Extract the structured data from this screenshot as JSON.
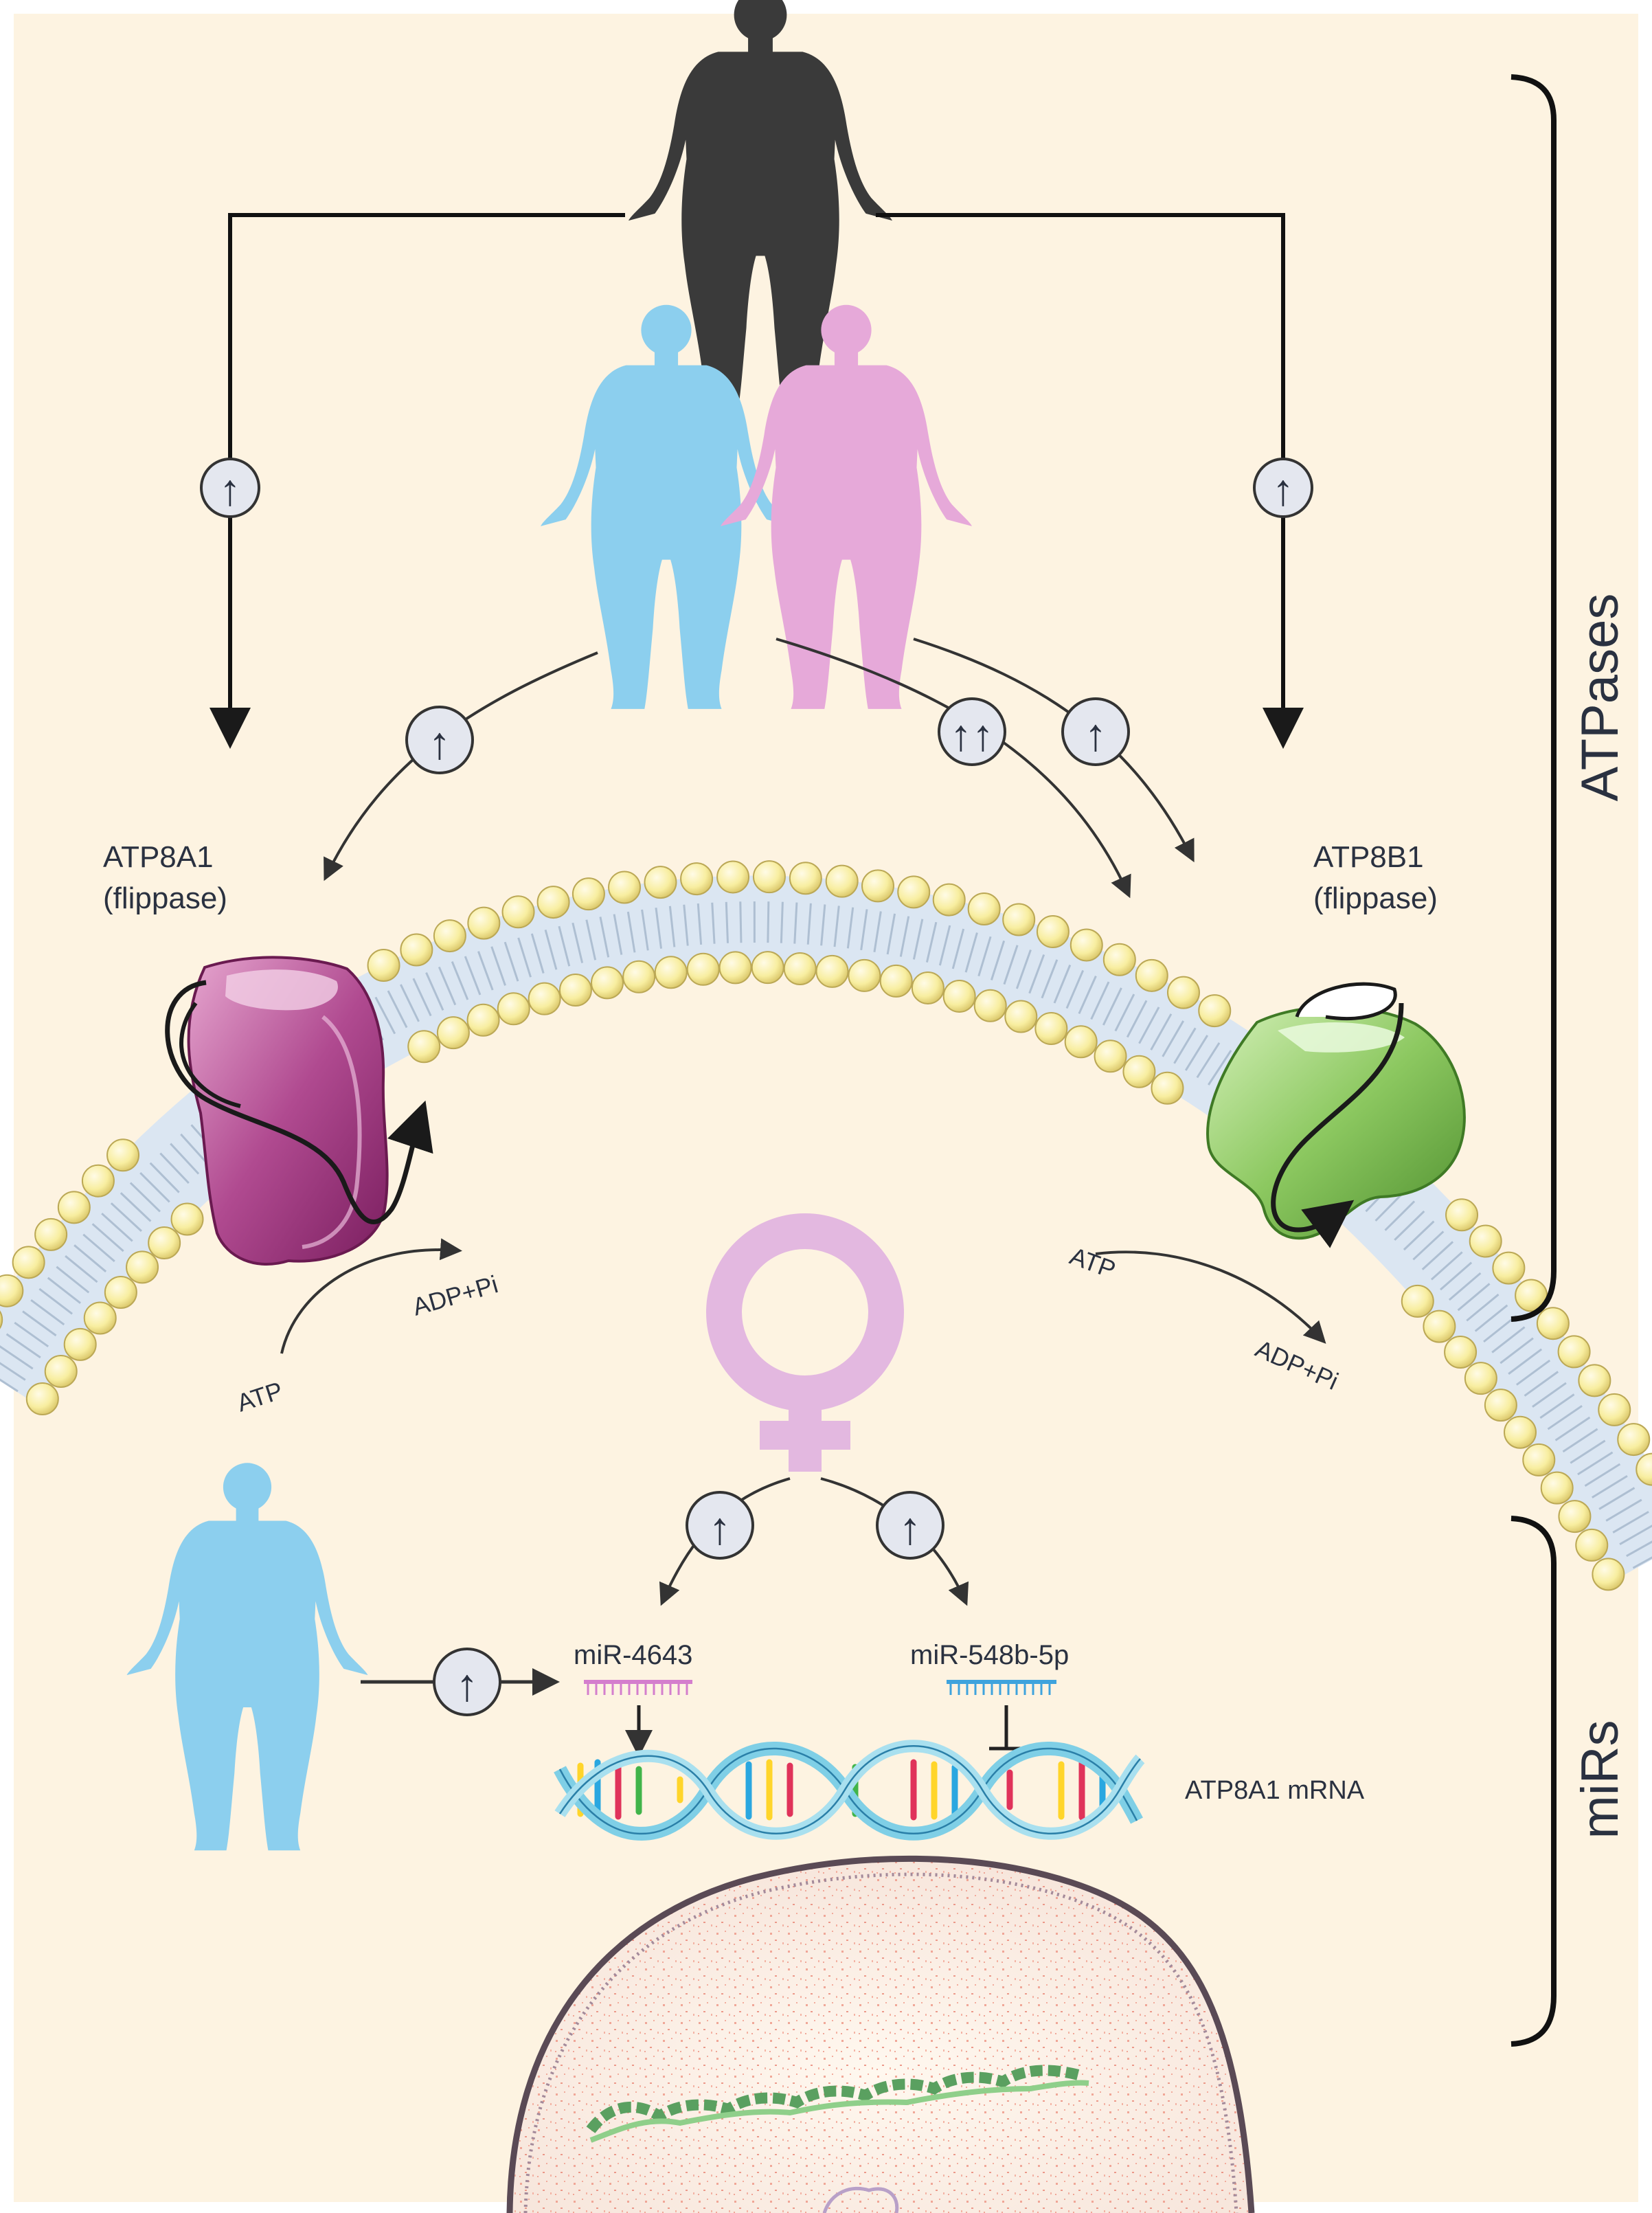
{
  "labels": {
    "atp8a1_line1": "ATP8A1",
    "atp8a1_line2": "(flippase)",
    "atp8b1_line1": "ATP8B1",
    "atp8b1_line2": "(flippase)",
    "atp_left": "ATP",
    "adp_left": "ADP+Pi",
    "atp_right": "ATP",
    "adp_right": "ADP+Pi",
    "mir_4643": "miR-4643",
    "mir_548b": "miR-548b-5p",
    "mrna": "ATP8A1 mRNA",
    "bracket_atpases": "ATPases",
    "bracket_mirs": "miRs"
  },
  "indicators": {
    "up_single": "↑",
    "up_double": "↑↑"
  },
  "colors": {
    "background": "#fdf3e1",
    "obese_neutral": "#3a3a3a",
    "obese_male": "#8ccfee",
    "obese_female": "#e6a9d9",
    "female_symbol": "#e3b8e0",
    "flippase_atp8a1": "#b04a90",
    "flippase_atp8b1": "#7ebf55",
    "lipid_head": "#f8eea0",
    "membrane_core": "#dbe6f2",
    "mir_4643": "#d47ecd",
    "mir_548b": "#3ea3dd",
    "dna_strand": "#7fcfe6"
  }
}
